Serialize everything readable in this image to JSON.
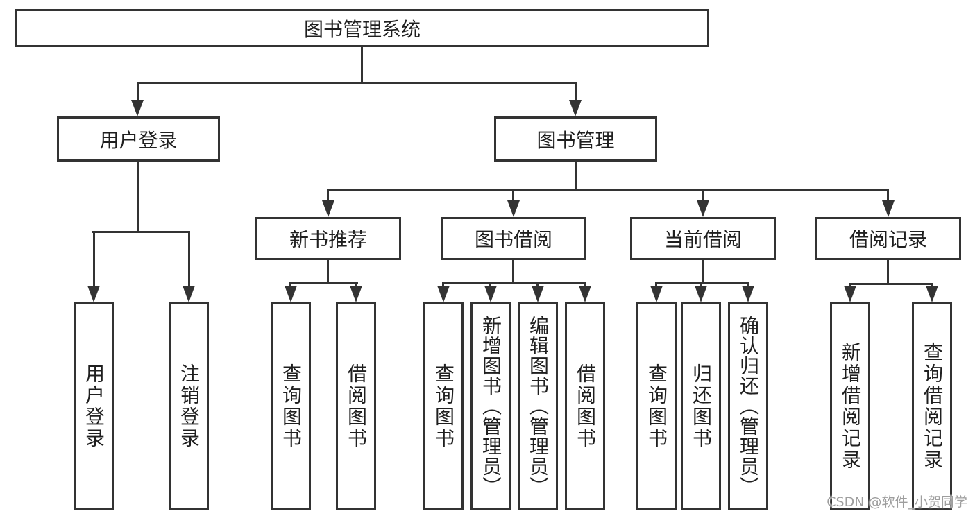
{
  "colors": {
    "line": "#333333",
    "text": "#1f1f1f",
    "watermark": "#9e9e9e",
    "background": "#ffffff"
  },
  "diagram": {
    "root": {
      "label": "图书管理系统"
    },
    "level2": [
      {
        "label": "用户登录"
      },
      {
        "label": "图书管理"
      }
    ],
    "level3": [
      {
        "label": "新书推荐",
        "parent": "图书管理"
      },
      {
        "label": "图书借阅",
        "parent": "图书管理"
      },
      {
        "label": "当前借阅",
        "parent": "图书管理"
      },
      {
        "label": "借阅记录",
        "parent": "图书管理"
      }
    ],
    "leaves": [
      {
        "label": "用户登录",
        "parent": "用户登录"
      },
      {
        "label": "注销登录",
        "parent": "用户登录"
      },
      {
        "label": "查询图书",
        "parent": "新书推荐"
      },
      {
        "label": "借阅图书",
        "parent": "新书推荐"
      },
      {
        "label": "查询图书",
        "parent": "图书借阅"
      },
      {
        "label": "新增图书（管理员）",
        "parent": "图书借阅"
      },
      {
        "label": "编辑图书（管理员）",
        "parent": "图书借阅"
      },
      {
        "label": "借阅图书",
        "parent": "图书借阅"
      },
      {
        "label": "查询图书",
        "parent": "当前借阅"
      },
      {
        "label": "归还图书",
        "parent": "当前借阅"
      },
      {
        "label": "确认归还（管理员）",
        "parent": "当前借阅"
      },
      {
        "label": "新增借阅记录",
        "parent": "借阅记录"
      },
      {
        "label": "查询借阅记录",
        "parent": "借阅记录"
      }
    ]
  },
  "watermark": "CSDN @软件_小贺同学"
}
